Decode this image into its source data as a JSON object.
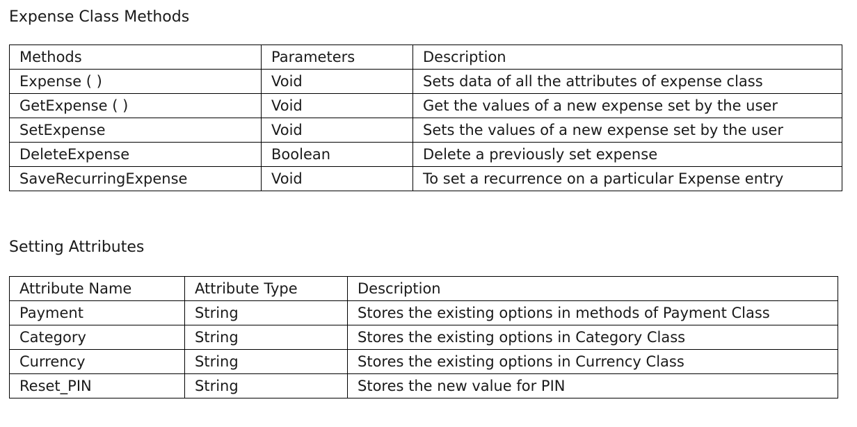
{
  "sections": [
    {
      "title": "Expense Class Methods",
      "headers": [
        "Methods",
        "Parameters",
        "Description"
      ],
      "rows": [
        [
          "Expense ( )",
          "Void",
          "Sets data of all the attributes of expense class"
        ],
        [
          "GetExpense ( )",
          "Void",
          "Get the values of a new expense set by the user"
        ],
        [
          "SetExpense",
          "Void",
          "Sets the values of a new expense set by the user"
        ],
        [
          "DeleteExpense",
          "Boolean",
          "Delete a previously set expense"
        ],
        [
          "SaveRecurringExpense",
          "Void",
          "To set a recurrence on a particular Expense entry"
        ]
      ]
    },
    {
      "title": "Setting Attributes",
      "headers": [
        "Attribute Name",
        "Attribute Type",
        "Description"
      ],
      "rows": [
        [
          "Payment",
          "String",
          "Stores the existing options in methods of Payment Class"
        ],
        [
          "Category",
          "String",
          "Stores the existing options in Category Class"
        ],
        [
          "Currency",
          "String",
          "Stores the existing options in Currency Class"
        ],
        [
          "Reset_PIN",
          "String",
          "Stores the new value for PIN"
        ]
      ]
    }
  ]
}
